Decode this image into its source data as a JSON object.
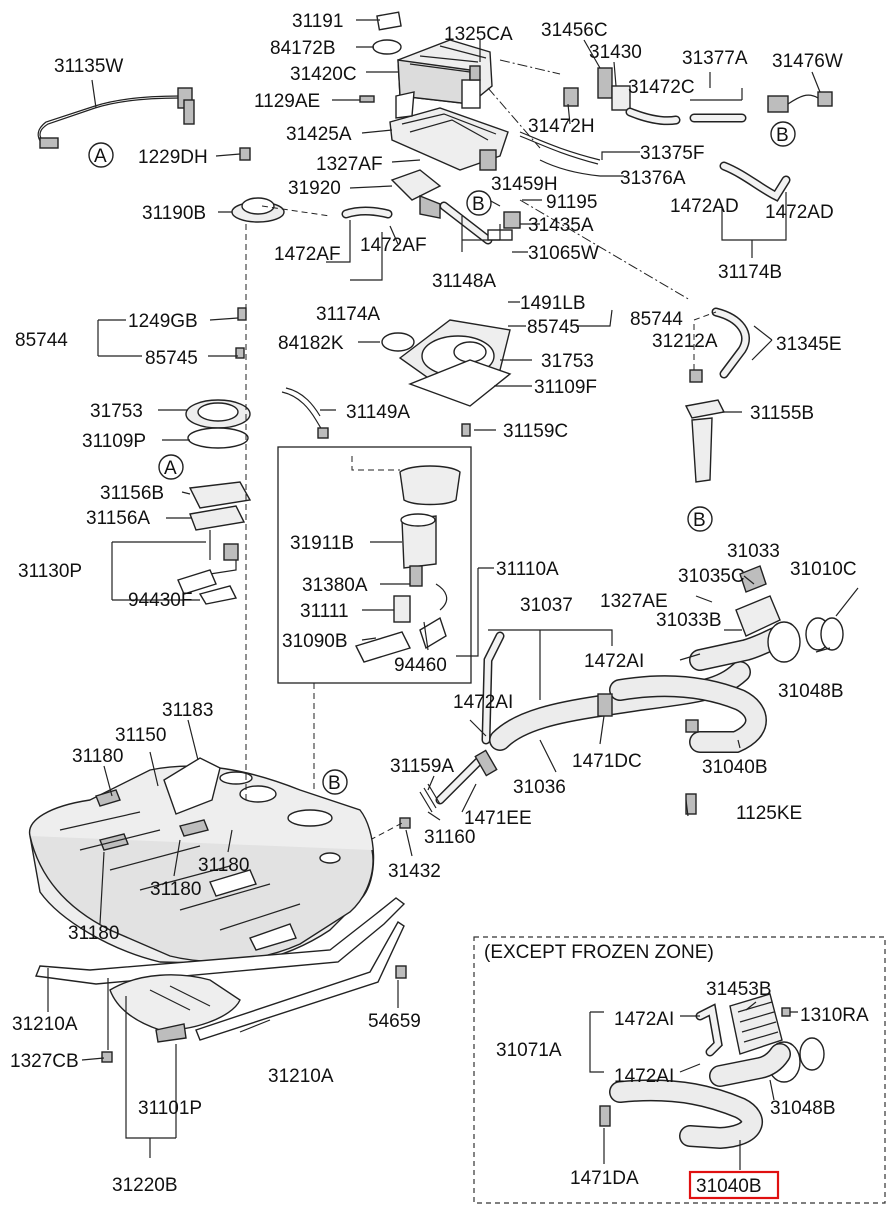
{
  "zone_title": "(EXCEPT FROZEN ZONE)",
  "markers": {
    "a": "A",
    "b": "B"
  },
  "labels": {
    "p31191": "31191",
    "p84172B": "84172B",
    "p1325CA": "1325CA",
    "p31456C": "31456C",
    "p31430": "31430",
    "p31377A": "31377A",
    "p31476W": "31476W",
    "p31135W": "31135W",
    "p31420C": "31420C",
    "p31472C": "31472C",
    "p1129AE": "1129AE",
    "p31472H": "31472H",
    "p31425A": "31425A",
    "p31375F": "31375F",
    "p1229DH": "1229DH",
    "p1327AF": "1327AF",
    "p31376A": "31376A",
    "p31920": "31920",
    "p31459H": "31459H",
    "p91195": "91195",
    "p1472AD_l": "1472AD",
    "p1472AD_r": "1472AD",
    "p31190B": "31190B",
    "p31435A": "31435A",
    "p1472AF_l": "1472AF",
    "p1472AF_r": "1472AF",
    "p31065W": "31065W",
    "p31148A": "31148A",
    "p31174B": "31174B",
    "p31174A": "31174A",
    "p1491LB": "1491LB",
    "p85744_r": "85744",
    "p85744_l": "85744",
    "p1249GB": "1249GB",
    "p85745_r": "85745",
    "p31212A": "31212A",
    "p84182K": "84182K",
    "p31753_r": "31753",
    "p31345E": "31345E",
    "p85745_l": "85745",
    "p31109F": "31109F",
    "p31753_l": "31753",
    "p31149A": "31149A",
    "p31155B": "31155B",
    "p31109P": "31109P",
    "p31159C": "31159C",
    "p31156B": "31156B",
    "p31156A": "31156A",
    "p31911B": "31911B",
    "p31110A": "31110A",
    "p31130P": "31130P",
    "p31033_t": "31033",
    "p31035C": "31035C",
    "p31010C": "31010C",
    "p31380A": "31380A",
    "p31037": "31037",
    "p1327AE": "1327AE",
    "p94430F": "94430F",
    "p31111": "31111",
    "p31033B": "31033B",
    "p31090B": "31090B",
    "p1472AI_a": "1472AI",
    "p31048B_t": "31048B",
    "p94460": "94460",
    "p31183": "31183",
    "p1472AI_b": "1472AI",
    "p31150": "31150",
    "p31180_a": "31180",
    "p31159A": "31159A",
    "p1471DC": "1471DC",
    "p31040B_t": "31040B",
    "p31036": "31036",
    "p1471EE": "1471EE",
    "p1125KE": "1125KE",
    "p31160": "31160",
    "p31180_b": "31180",
    "p31180_c": "31180",
    "p31432": "31432",
    "p31180_d": "31180",
    "p31453B": "31453B",
    "p1472AI_c": "1472AI",
    "p1310RA": "1310RA",
    "p31210A_l": "31210A",
    "p54659": "54659",
    "p31071A": "31071A",
    "p1327CB": "1327CB",
    "p31210A_r": "31210A",
    "p1472AI_d": "1472AI",
    "p31048B_b": "31048B",
    "p31101P": "31101P",
    "p1471DA": "1471DA",
    "p31040B_b": "31040B",
    "p31220B": "31220B"
  }
}
